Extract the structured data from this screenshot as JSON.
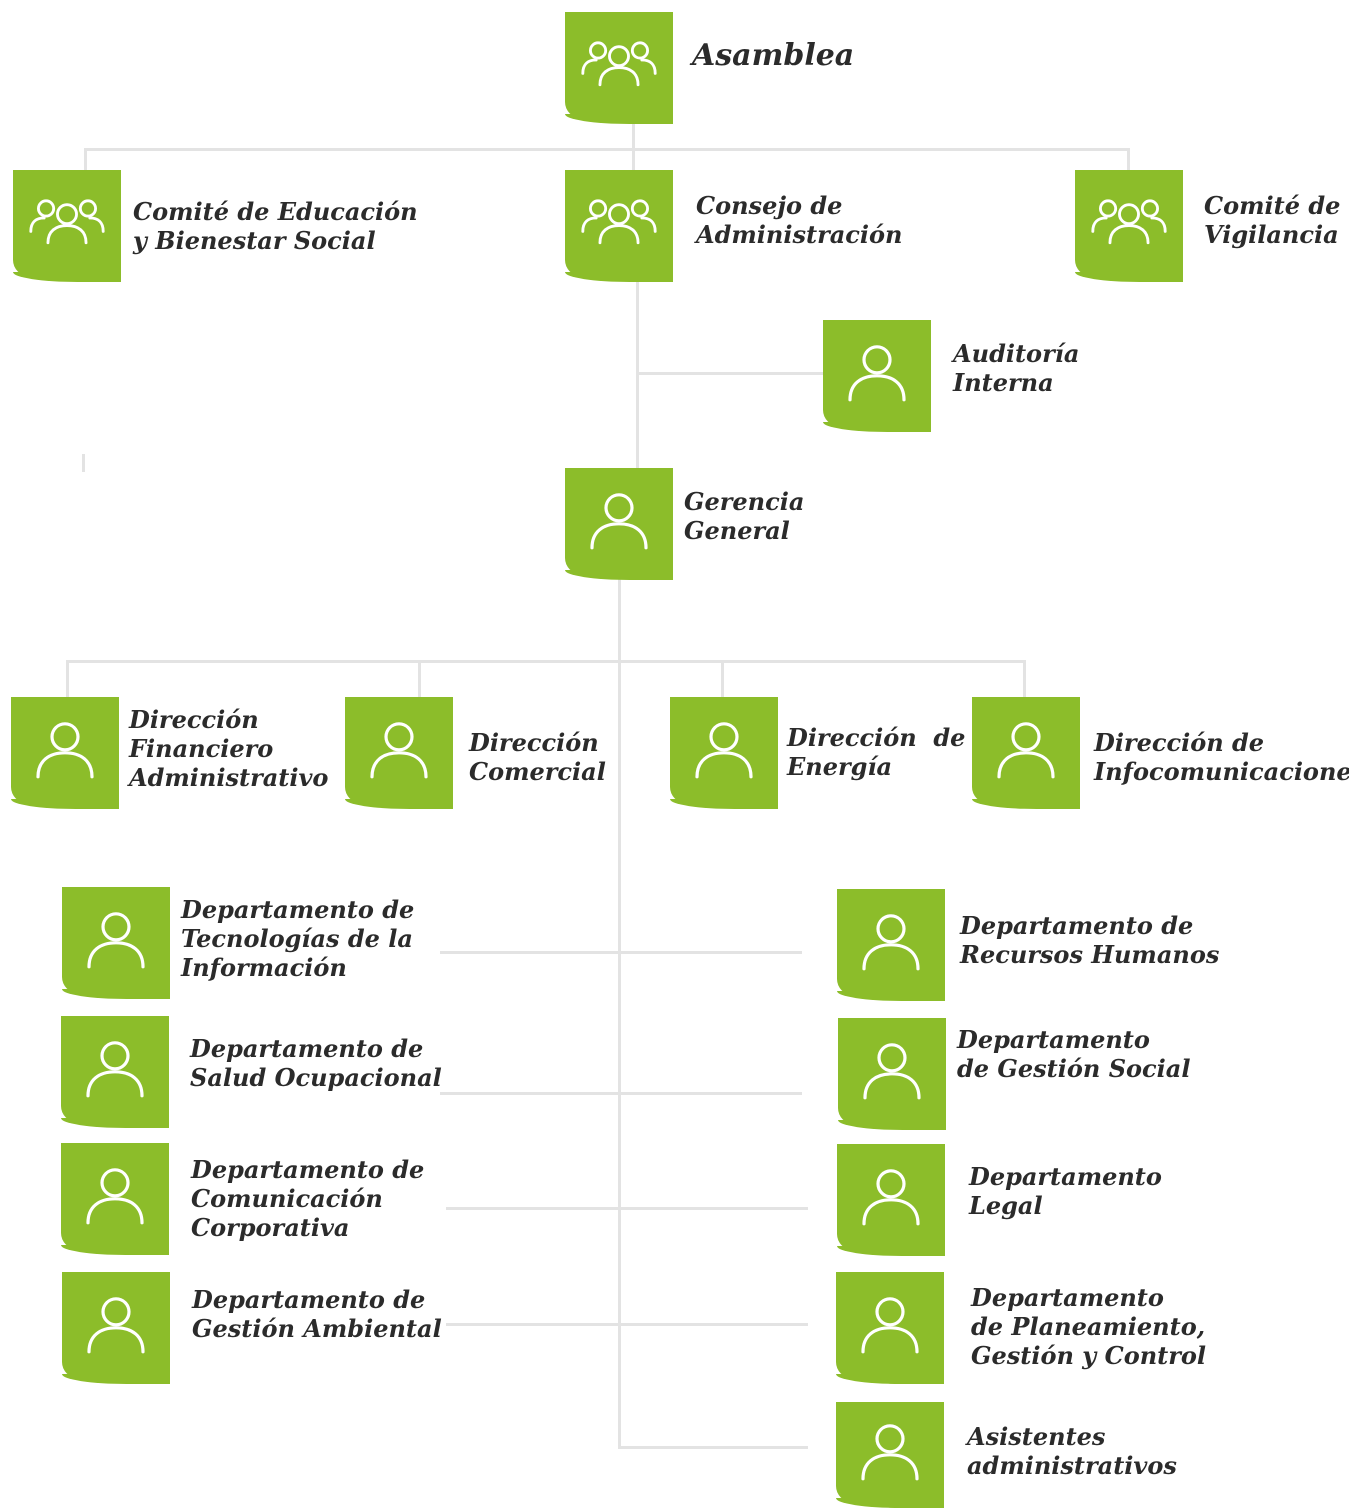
{
  "nodes": {
    "asamblea": {
      "lines": [
        "Asamblea"
      ],
      "icon": "group-icon"
    },
    "comite_educacion": {
      "lines": [
        "Comité de Educación",
        "y Bienestar Social"
      ],
      "icon": "group-icon"
    },
    "consejo": {
      "lines": [
        "Consejo de",
        "Administración"
      ],
      "icon": "group-icon"
    },
    "comite_vigilancia": {
      "lines": [
        "Comité de",
        "Vigilancia"
      ],
      "icon": "group-icon"
    },
    "auditoria": {
      "lines": [
        "Auditoría",
        "Interna"
      ],
      "icon": "person-icon"
    },
    "gerencia": {
      "lines": [
        "Gerencia",
        "General"
      ],
      "icon": "person-icon"
    },
    "dir_financiero": {
      "lines": [
        "Dirección",
        "Financiero",
        "Administrativo"
      ],
      "icon": "person-icon"
    },
    "dir_comercial": {
      "lines": [
        "Dirección",
        "Comercial"
      ],
      "icon": "person-icon"
    },
    "dir_energia": {
      "lines": [
        "Dirección  de",
        "Energía"
      ],
      "icon": "person-icon"
    },
    "dir_infocom": {
      "lines": [
        "Dirección de",
        "Infocomunicaciones"
      ],
      "icon": "person-icon"
    },
    "dep_ti": {
      "lines": [
        "Departamento de",
        "Tecnologías de la",
        "Información"
      ],
      "icon": "person-icon"
    },
    "dep_salud": {
      "lines": [
        "Departamento de",
        "Salud Ocupacional"
      ],
      "icon": "person-icon"
    },
    "dep_comunicacion": {
      "lines": [
        "Departamento de",
        "Comunicación",
        "Corporativa"
      ],
      "icon": "person-icon"
    },
    "dep_ambiental": {
      "lines": [
        "Departamento de",
        "Gestión Ambiental"
      ],
      "icon": "person-icon"
    },
    "dep_rrhh": {
      "lines": [
        "Departamento de",
        "Recursos Humanos"
      ],
      "icon": "person-icon"
    },
    "dep_social": {
      "lines": [
        "Departamento",
        "de Gestión Social"
      ],
      "icon": "person-icon"
    },
    "dep_legal": {
      "lines": [
        "Departamento",
        "Legal"
      ],
      "icon": "person-icon"
    },
    "dep_planeamiento": {
      "lines": [
        "Departamento",
        "de Planeamiento,",
        "Gestión y Control"
      ],
      "icon": "person-icon"
    },
    "asistentes": {
      "lines": [
        "Asistentes",
        "administrativos"
      ],
      "icon": "person-icon"
    }
  },
  "colors": {
    "box": "#8cbd2a",
    "line": "#e3e3e3",
    "text": "#2b2b2b"
  }
}
